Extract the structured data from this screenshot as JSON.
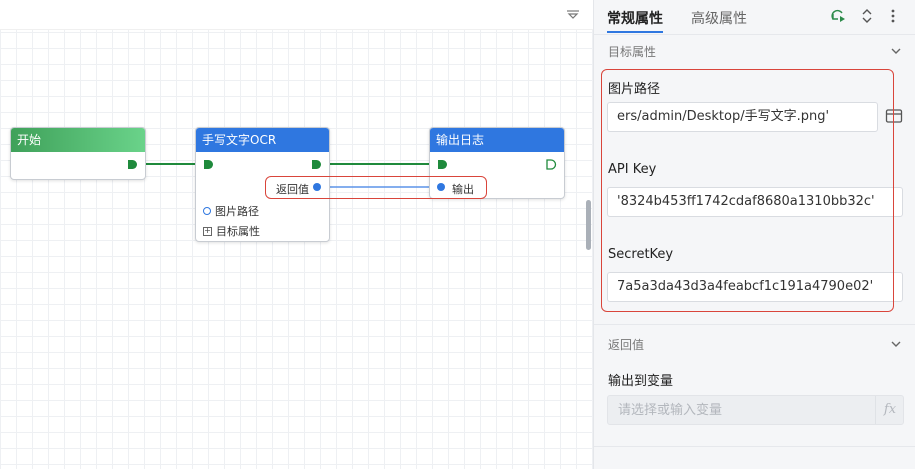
{
  "canvas": {
    "nodes": {
      "start": {
        "title": "开始"
      },
      "ocr": {
        "title": "手写文字OCR",
        "return_label": "返回值",
        "image_path_label": "图片路径",
        "target_attr_label": "目标属性"
      },
      "log": {
        "title": "输出日志",
        "output_label": "输出"
      }
    }
  },
  "panel": {
    "tabs": [
      {
        "label": "常规属性"
      },
      {
        "label": "高级属性"
      }
    ],
    "header_icons": [
      "run-node-icon",
      "expand-collapse-icon",
      "more-vertical-icon"
    ],
    "target_section": {
      "title": "目标属性"
    },
    "fields": {
      "image_path": {
        "label": "图片路径",
        "value": "ers/admin/Desktop/手写文字.png'"
      },
      "api_key": {
        "label": "API Key",
        "value": "'8324b453ff1742cdaf8680a1310bb32c'"
      },
      "secret_key": {
        "label": "SecretKey",
        "value": "7a5a3da43d3a4feabcf1c191a4790e02'"
      }
    },
    "return_section": {
      "title": "返回值",
      "output_var_label": "输出到变量",
      "output_var_placeholder": "请选择或输入变量",
      "fx_label": "fx"
    }
  },
  "colors": {
    "accent": "#2f77e0",
    "port_green": "#1f8a3c",
    "highlight_red": "#d9453b",
    "start_header": "#5cc777"
  }
}
